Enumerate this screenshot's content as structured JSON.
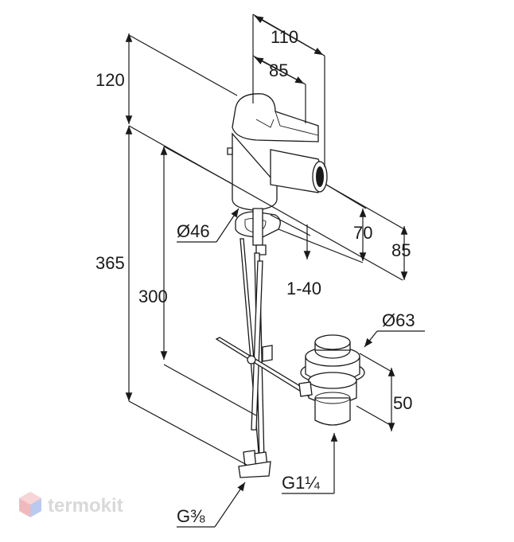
{
  "dimensions": {
    "width_total": "110",
    "width_spout": "85",
    "height_top": "120",
    "height_total": "365",
    "height_hose": "300",
    "spout_height_70": "70",
    "spout_height_85": "85",
    "base_diameter": "Ø46",
    "worktop_thickness": "1-40",
    "waste_diameter": "Ø63",
    "waste_height": "50",
    "waste_thread": "G1¼",
    "hose_thread": "G⅜"
  },
  "watermark": {
    "text": "termokit",
    "colors": [
      "#f2b9bd",
      "#b9c9ef"
    ]
  }
}
